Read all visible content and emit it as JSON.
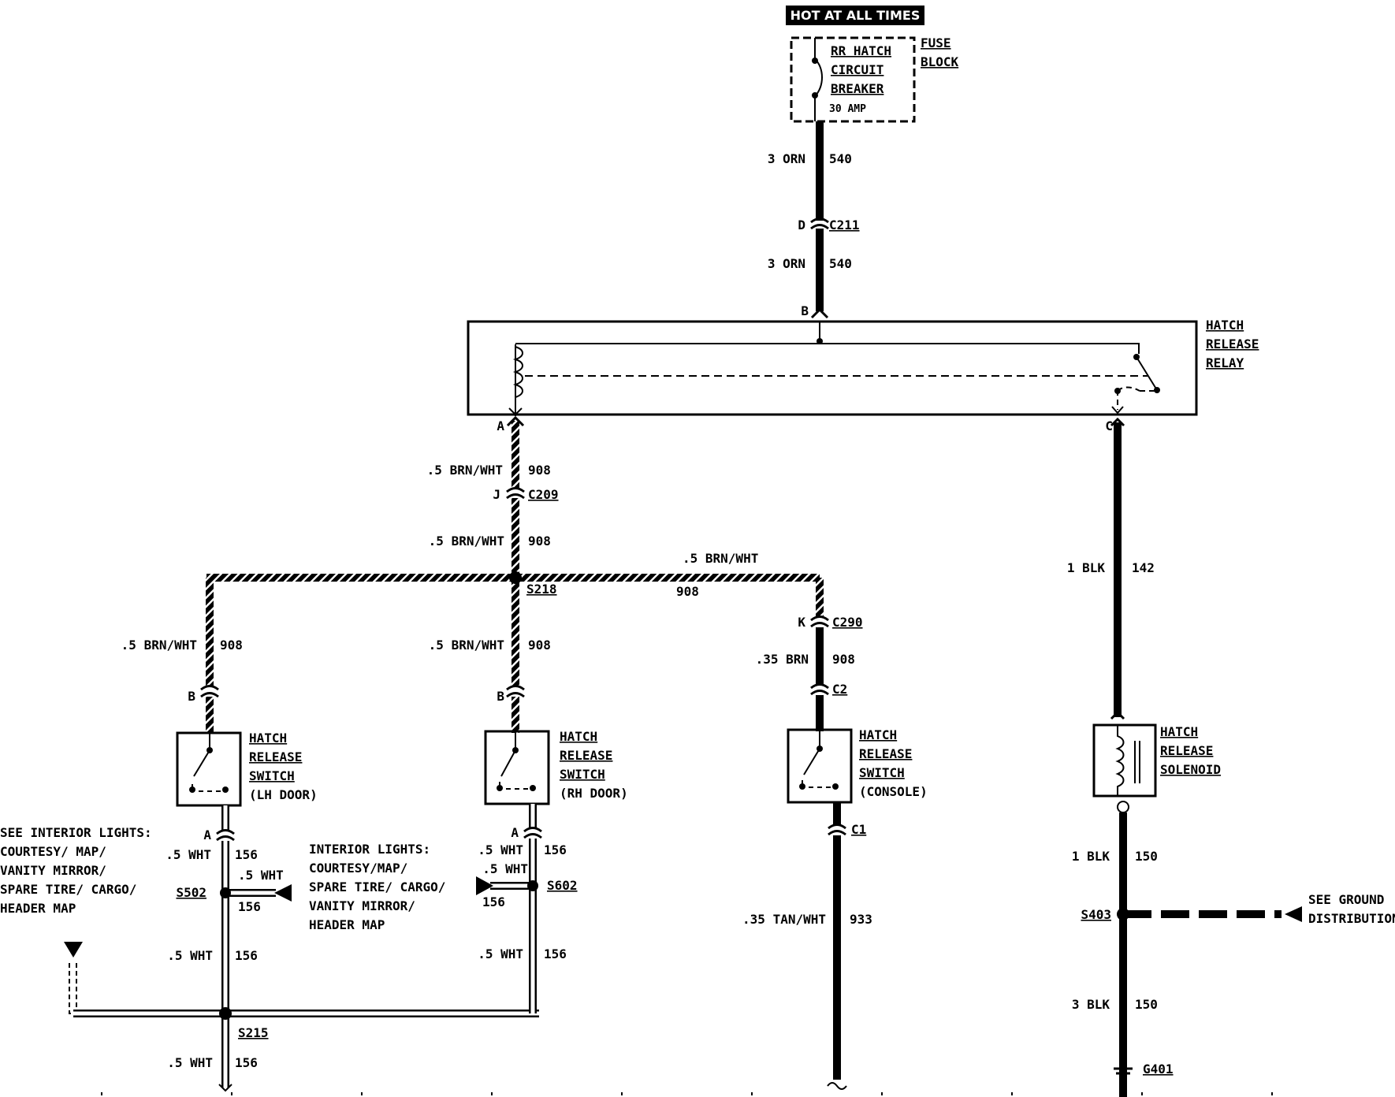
{
  "power": {
    "hot_label": "HOT AT ALL TIMES"
  },
  "fuse": {
    "cb_line1": "RR HATCH",
    "cb_line2": "CIRCUIT",
    "cb_line3": "BREAKER",
    "cb_rating": "30 AMP",
    "block_line1": "FUSE",
    "block_line2": "BLOCK"
  },
  "feed": {
    "w1_gauge": "3 ORN",
    "w1_circuit": "540",
    "c211_pin": "D",
    "c211": "C211",
    "w2_gauge": "3 ORN",
    "w2_circuit": "540"
  },
  "relay": {
    "pin_b": "B",
    "pin_a": "A",
    "pin_c": "C",
    "label1": "HATCH",
    "label2": "RELEASE",
    "label3": "RELAY"
  },
  "trunk": {
    "w1_gauge": ".5 BRN/WHT",
    "w1_circuit": "908",
    "c209_pin": "J",
    "c209": "C209",
    "w2_gauge": ".5 BRN/WHT",
    "w2_circuit": "908",
    "splice": "S218",
    "right_gauge": ".5 BRN/WHT",
    "right_circuit": "908"
  },
  "lh": {
    "gauge": ".5 BRN/WHT",
    "circuit": "908",
    "pin_b": "B",
    "label1": "HATCH",
    "label2": "RELEASE",
    "label3": "SWITCH",
    "label4": "(LH DOOR)",
    "pin_a": "A",
    "out_gauge": ".5 WHT",
    "out_circuit": "156",
    "branch_gauge": ".5 WHT",
    "branch_circuit": "156",
    "splice": "S502",
    "w2_gauge": ".5 WHT",
    "w2_circuit": "156",
    "see1": "SEE INTERIOR LIGHTS:",
    "see2": "COURTESY/ MAP/",
    "see3": "VANITY MIRROR/",
    "see4": "SPARE TIRE/ CARGO/",
    "see5": "HEADER MAP",
    "s215": "S215",
    "w3_gauge": ".5 WHT",
    "w3_circuit": "156"
  },
  "rh": {
    "gauge": ".5 BRN/WHT",
    "circuit": "908",
    "pin_b": "B",
    "label1": "HATCH",
    "label2": "RELEASE",
    "label3": "SWITCH",
    "label4": "(RH DOOR)",
    "pin_a": "A",
    "out_gauge": ".5 WHT",
    "out_circuit": "156",
    "branch_gauge": ".5 WHT",
    "branch_circuit": "156",
    "splice": "S602",
    "w2_gauge": ".5 WHT",
    "w2_circuit": "156",
    "ref1": "INTERIOR LIGHTS:",
    "ref2": "COURTESY/MAP/",
    "ref3": "SPARE TIRE/ CARGO/",
    "ref4": "VANITY MIRROR/",
    "ref5": "HEADER MAP"
  },
  "console": {
    "c290_pin": "K",
    "c290": "C290",
    "gauge": ".35 BRN",
    "circuit": "908",
    "c2": "C2",
    "label1": "HATCH",
    "label2": "RELEASE",
    "label3": "SWITCH",
    "label4": "(CONSOLE)",
    "c1": "C1",
    "out_gauge": ".35 TAN/WHT",
    "out_circuit": "933"
  },
  "solenoid": {
    "w1_gauge": "1 BLK",
    "w1_circuit": "142",
    "label1": "HATCH",
    "label2": "RELEASE",
    "label3": "SOLENOID",
    "w2_gauge": "1 BLK",
    "w2_circuit": "150",
    "splice": "S403",
    "see1": "SEE GROUND",
    "see2": "DISTRIBUTION",
    "w3_gauge": "3 BLK",
    "w3_circuit": "150",
    "ground": "G401"
  }
}
